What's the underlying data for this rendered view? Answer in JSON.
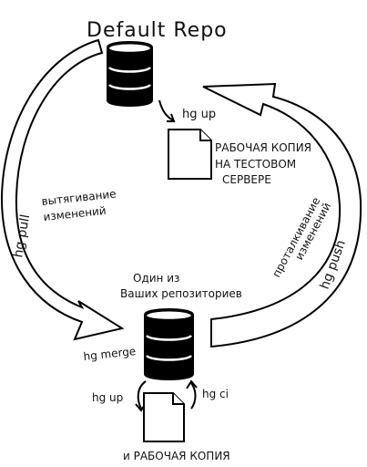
{
  "title": "Default Repo",
  "labels": {
    "hg_up_top": "hg up",
    "working_copy_test_server": [
      "РАБОЧАЯ КОПИЯ",
      "НА ТЕСТОВОМ",
      "СЕРВЕРЕ"
    ],
    "pulling_changes": [
      "вытягивание",
      "изменений"
    ],
    "hg_pull": "hg pull",
    "pushing_changes": [
      "проталкивание",
      "изменений"
    ],
    "hg_push": "hg push",
    "one_of_repos": [
      "Один из",
      "Ваших репозиториев"
    ],
    "hg_merge": "hg merge",
    "hg_up_bottom": "hg up",
    "hg_ci": "hg ci",
    "working_copy_bottom": "и РАБОЧАЯ КОПИЯ"
  }
}
